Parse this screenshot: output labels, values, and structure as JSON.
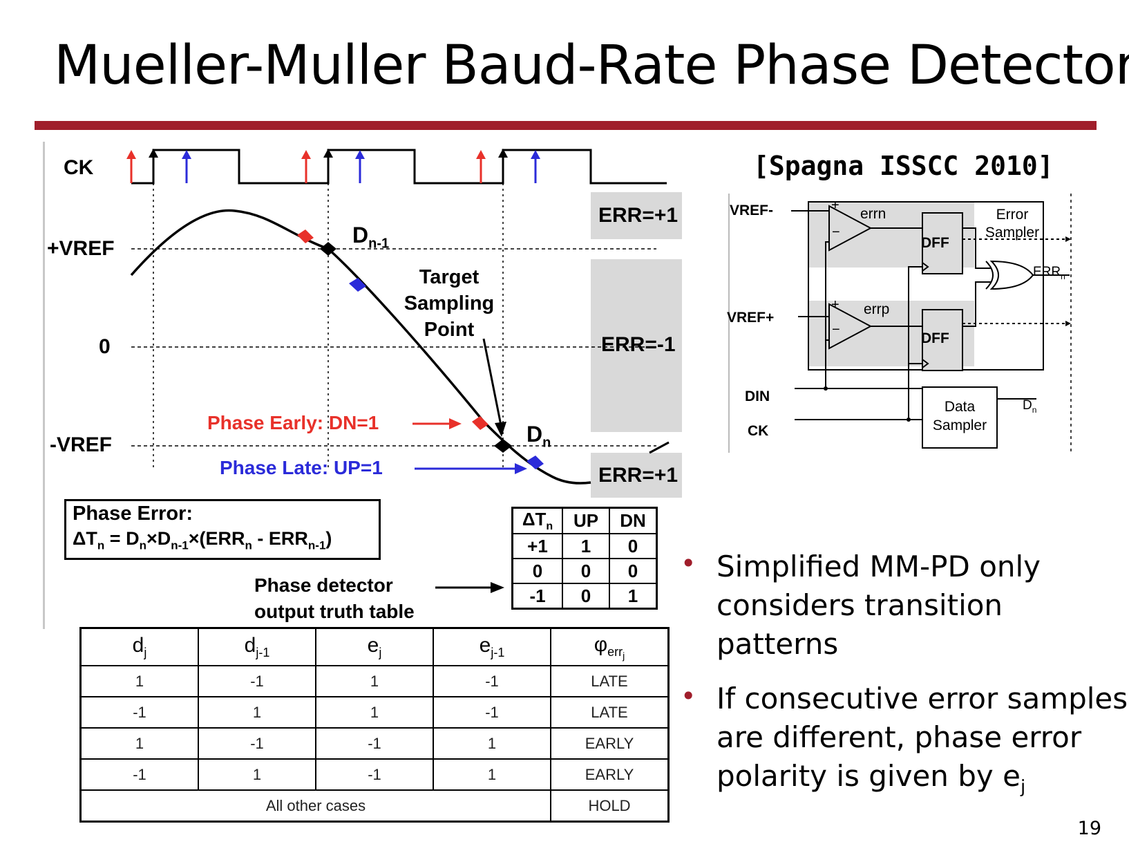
{
  "title": "Mueller-Muller Baud-Rate Phase Detector",
  "citation": "[Spagna ISSCC 2010]",
  "page_number": "19",
  "colors": {
    "accent": "#A01E2B",
    "early_red": "#E8312A",
    "late_blue": "#2B2BD9",
    "err_box": "#d9d9d9"
  },
  "waveform": {
    "ck_label": "CK",
    "y_labels": {
      "pos_vref": "+VREF",
      "zero": "0",
      "neg_vref": "-VREF"
    },
    "dn1_label": "D",
    "dn1_sub": "n-1",
    "dn_label": "D",
    "dn_sub": "n",
    "target_line1": "Target",
    "target_line2": "Sampling",
    "target_line3": "Point",
    "phase_early": "Phase Early: DN=1",
    "phase_late": "Phase Late: UP=1",
    "err_top": "ERR=+1",
    "err_mid": "ERR=-1",
    "err_bot": "ERR=+1"
  },
  "phase_error": {
    "title": "Phase Error:",
    "eq_delta": "ΔT",
    "eq_sub_n": "n",
    "eq_mid": " = D",
    "eq_times1": "×D",
    "eq_sub_n1": "n-1",
    "eq_times2": "×(ERR",
    "eq_minus": " - ERR",
    "eq_close": ")"
  },
  "truth_table_label_line1": "Phase detector",
  "truth_table_label_line2": "output truth table",
  "truth_table": {
    "headers": [
      "ΔT",
      "UP",
      "DN"
    ],
    "header_sub": "n",
    "rows": [
      [
        "+1",
        "1",
        "0"
      ],
      [
        "0",
        "0",
        "0"
      ],
      [
        "-1",
        "0",
        "1"
      ]
    ]
  },
  "circuit": {
    "vref_minus": "VREF-",
    "vref_plus": "VREF+",
    "din": "DIN",
    "ck": "CK",
    "errn": "errn",
    "errp": "errp",
    "dff": "DFF",
    "error_sampler_1": "Error",
    "error_sampler_2": "Sampler",
    "errn_out": "ERR",
    "errn_out_sub": "n",
    "data_sampler_1": "Data",
    "data_sampler_2": "Sampler",
    "dn_out": "D",
    "dn_out_sub": "n",
    "plus": "+",
    "minus": "−"
  },
  "big_table": {
    "headers": [
      {
        "main": "d",
        "sub": "j"
      },
      {
        "main": "d",
        "sub": "j-1"
      },
      {
        "main": "e",
        "sub": "j"
      },
      {
        "main": "e",
        "sub": "j-1"
      },
      {
        "main": "φ",
        "sub": "err",
        "subsub": "j"
      }
    ],
    "rows": [
      [
        "1",
        "-1",
        "1",
        "-1",
        "LATE"
      ],
      [
        "-1",
        "1",
        "1",
        "-1",
        "LATE"
      ],
      [
        "1",
        "-1",
        "-1",
        "1",
        "EARLY"
      ],
      [
        "-1",
        "1",
        "-1",
        "1",
        "EARLY"
      ]
    ],
    "last_row": {
      "merged": "All other cases",
      "result": "HOLD"
    }
  },
  "bullets": [
    {
      "line1": "Simplified MM-PD only",
      "line2": "considers transition patterns"
    },
    {
      "line1": "If consecutive error samples",
      "line2": "are different, phase error",
      "line3": "polarity is given by e",
      "sub": "j"
    }
  ]
}
